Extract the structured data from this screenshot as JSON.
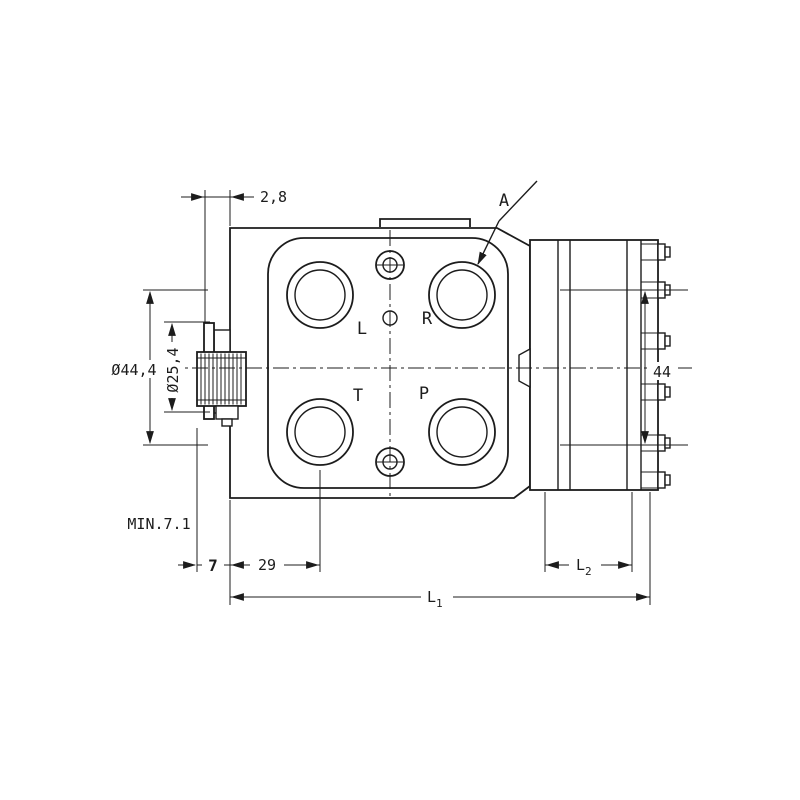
{
  "drawing": {
    "background": "#ffffff",
    "line_color": "#1c1c1c",
    "ports": {
      "l": "L",
      "r": "R",
      "t": "T",
      "p": "P"
    },
    "dimensions": {
      "top_plate_thickness": "2,8",
      "flange_diameter": "Ø44,4",
      "shaft_diameter": "Ø25,4",
      "housing_height": "44",
      "min_engagement": "MIN.7.1",
      "shaft_protrusion": "7",
      "port_spacing": "29",
      "l2": {
        "base": "L",
        "sub": "2"
      },
      "l1": {
        "base": "L",
        "sub": "1"
      }
    },
    "callouts": {
      "detail_a": "A"
    }
  }
}
